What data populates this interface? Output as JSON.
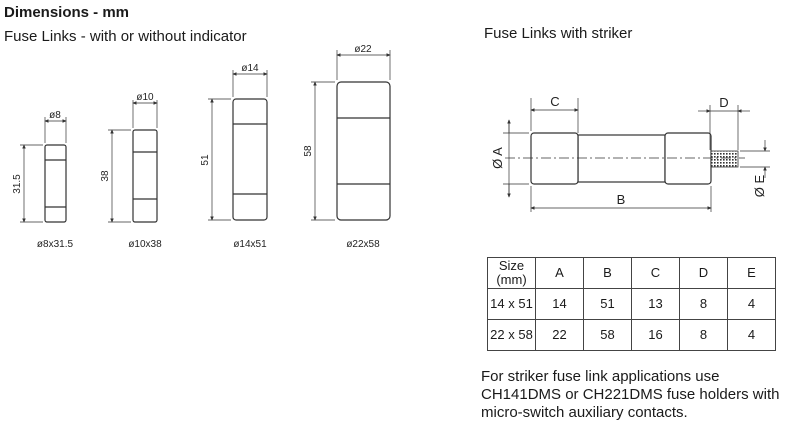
{
  "title": "Dimensions - mm",
  "left_section": {
    "heading": "Fuse Links - with or without indicator",
    "fuses": [
      {
        "diameter_label": "ø8",
        "length_label": "31.5",
        "caption": "ø8x31.5"
      },
      {
        "diameter_label": "ø10",
        "length_label": "38",
        "caption": "ø10x38"
      },
      {
        "diameter_label": "ø14",
        "length_label": "51",
        "caption": "ø14x51"
      },
      {
        "diameter_label": "ø22",
        "length_label": "58",
        "caption": "ø22x58"
      }
    ]
  },
  "right_section": {
    "heading": "Fuse Links with striker",
    "diagram_labels": {
      "A": "Ø A",
      "B": "B",
      "C": "C",
      "D": "D",
      "E": "Ø E"
    },
    "table": {
      "header": [
        "Size (mm)",
        "A",
        "B",
        "C",
        "D",
        "E"
      ],
      "rows": [
        [
          "14 x 51",
          "14",
          "51",
          "13",
          "8",
          "4"
        ],
        [
          "22 x 58",
          "22",
          "58",
          "16",
          "8",
          "4"
        ]
      ]
    },
    "note": "For striker fuse link applications use CH141DMS or CH221DMS fuse holders with micro-switch auxiliary contacts."
  }
}
